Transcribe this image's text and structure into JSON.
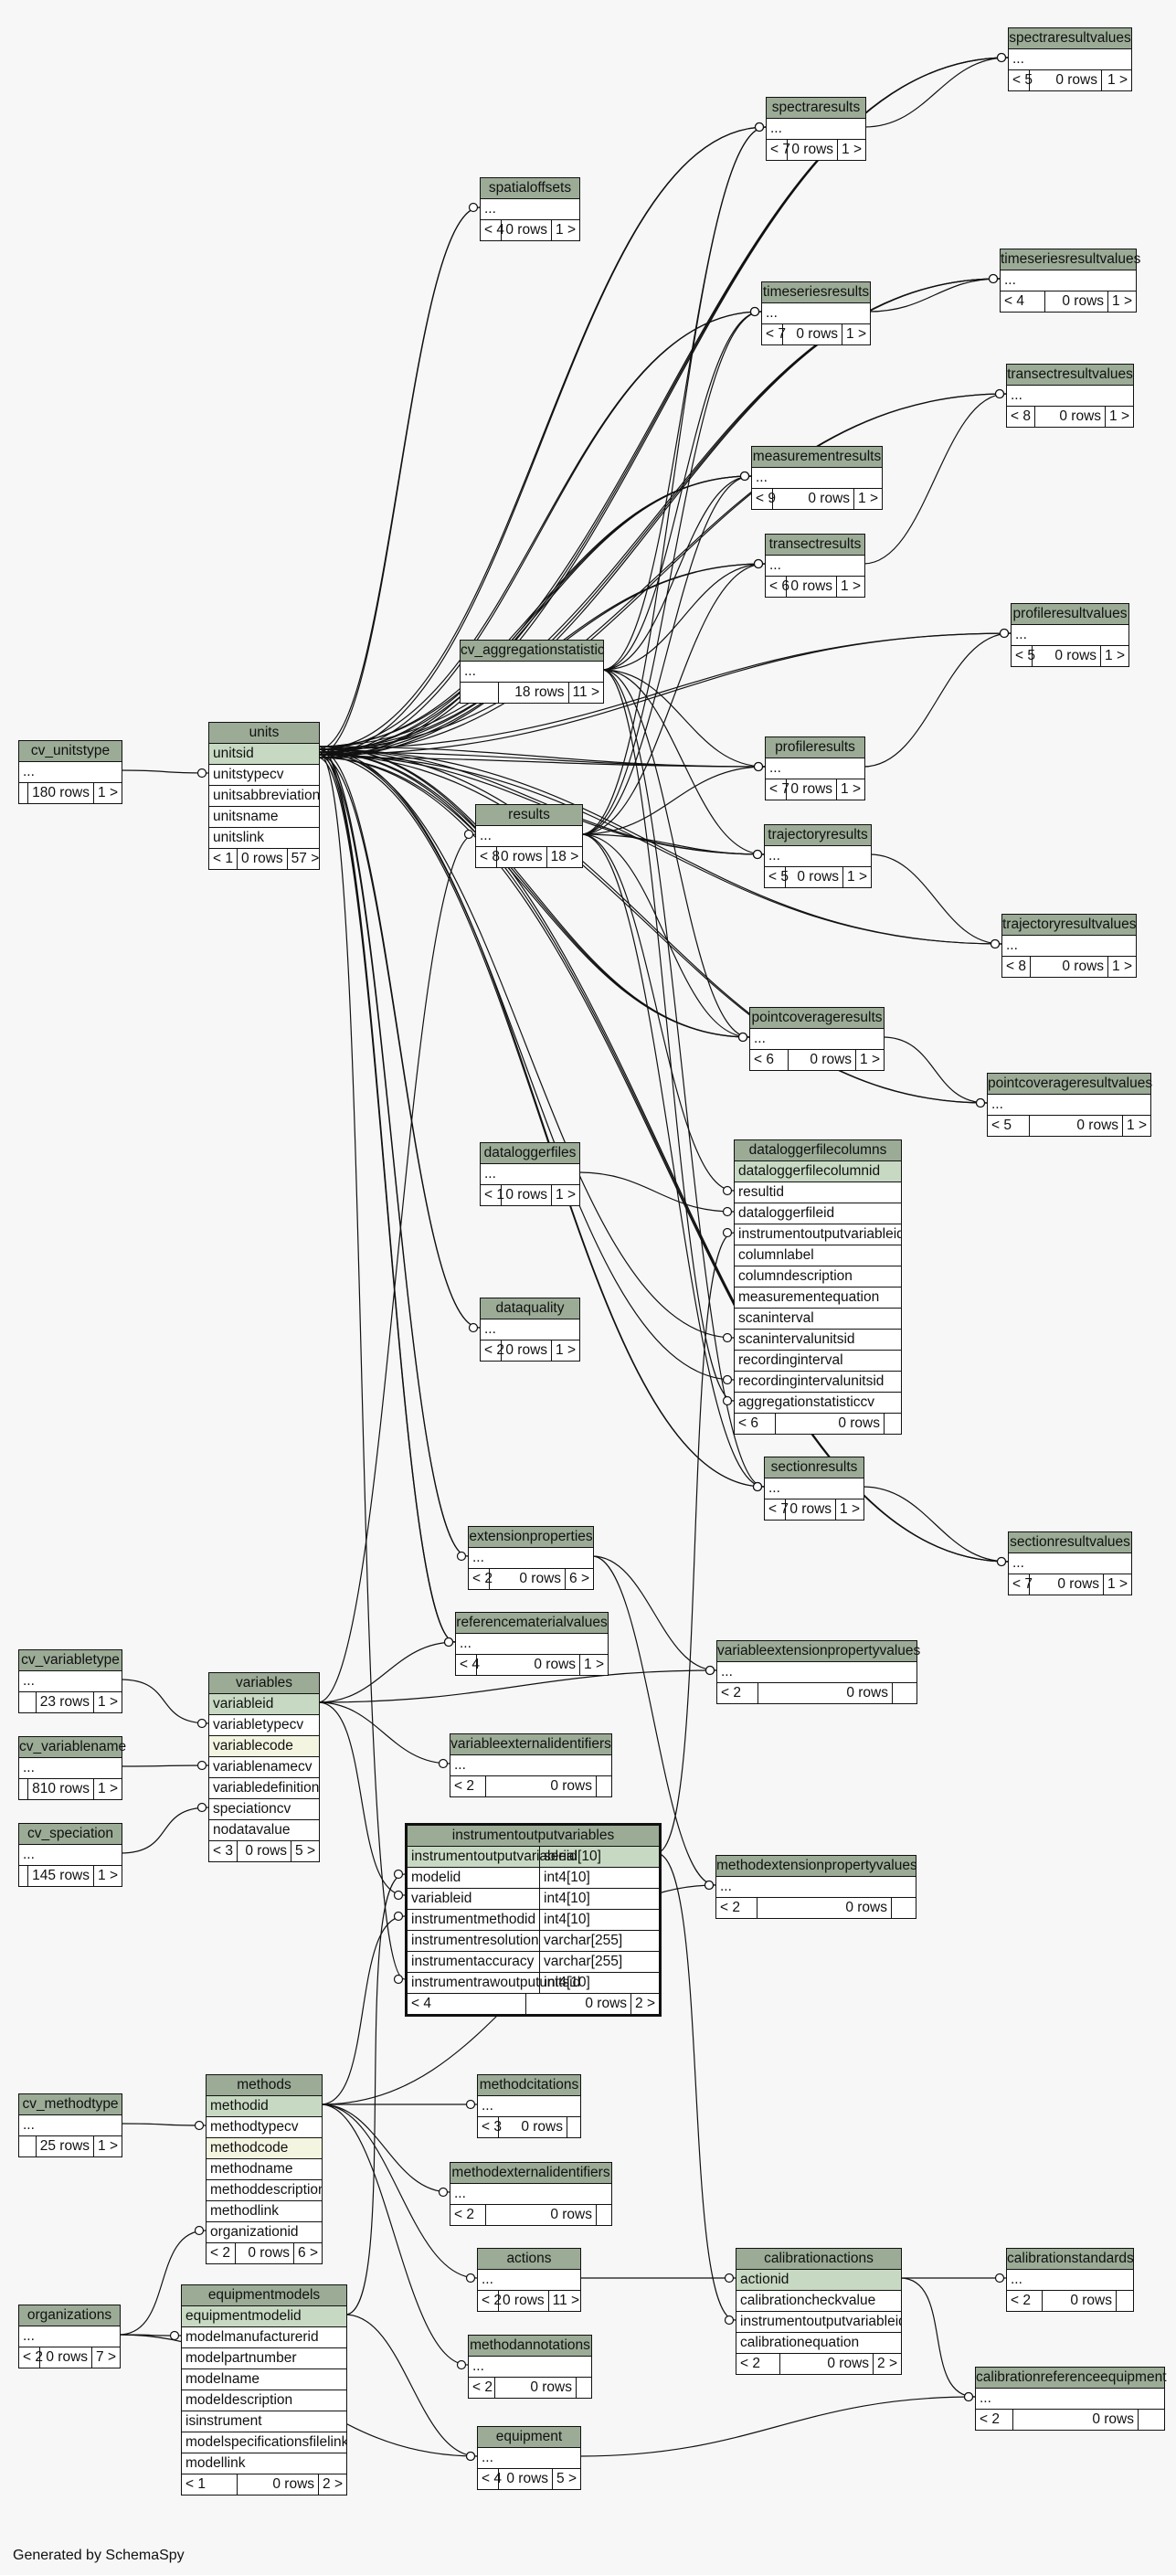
{
  "footer": "Generated by SchemaSpy",
  "colors": {
    "title_bg": "#9bab96",
    "pk_bg": "#c7d9c2",
    "index_bg": "#f4f5e0",
    "background": "#f7f7f7"
  },
  "tables": {
    "spectraresultvalues": {
      "name": "spectraresultvalues",
      "rows": [
        "..."
      ],
      "foot": [
        "< 5",
        "0 rows",
        "1 >"
      ]
    },
    "spectraresults": {
      "name": "spectraresults",
      "rows": [
        "..."
      ],
      "foot": [
        "< 7",
        "0 rows",
        "1 >"
      ]
    },
    "spatialoffsets": {
      "name": "spatialoffsets",
      "rows": [
        "..."
      ],
      "foot": [
        "< 4",
        "0 rows",
        "1 >"
      ]
    },
    "timeseriesresultvalues": {
      "name": "timeseriesresultvalues",
      "rows": [
        "..."
      ],
      "foot": [
        "< 4",
        "0 rows",
        "1 >"
      ]
    },
    "timeseriesresults": {
      "name": "timeseriesresults",
      "rows": [
        "..."
      ],
      "foot": [
        "< 7",
        "0 rows",
        "1 >"
      ]
    },
    "transectresultvalues": {
      "name": "transectresultvalues",
      "rows": [
        "..."
      ],
      "foot": [
        "< 8",
        "0 rows",
        "1 >"
      ]
    },
    "measurementresults": {
      "name": "measurementresults",
      "rows": [
        "..."
      ],
      "foot": [
        "< 9",
        "0 rows",
        "1 >"
      ]
    },
    "transectresults": {
      "name": "transectresults",
      "rows": [
        "..."
      ],
      "foot": [
        "< 6",
        "0 rows",
        "1 >"
      ]
    },
    "profileresultvalues": {
      "name": "profileresultvalues",
      "rows": [
        "..."
      ],
      "foot": [
        "< 5",
        "0 rows",
        "1 >"
      ]
    },
    "cv_aggregationstatistic": {
      "name": "cv_aggregationstatistic",
      "rows": [
        "..."
      ],
      "foot": [
        "",
        "18 rows",
        "11 >"
      ]
    },
    "cv_unitstype": {
      "name": "cv_unitstype",
      "rows": [
        "..."
      ],
      "foot": [
        "",
        "180 rows",
        "1 >"
      ]
    },
    "units": {
      "name": "units",
      "rows": [
        "unitsid",
        "unitstypecv",
        "unitsabbreviation",
        "unitsname",
        "unitslink"
      ],
      "foot": [
        "< 1",
        "0 rows",
        "57 >"
      ]
    },
    "profileresults": {
      "name": "profileresults",
      "rows": [
        "..."
      ],
      "foot": [
        "< 7",
        "0 rows",
        "1 >"
      ]
    },
    "results": {
      "name": "results",
      "rows": [
        "..."
      ],
      "foot": [
        "< 8",
        "0 rows",
        "18 >"
      ]
    },
    "trajectoryresults": {
      "name": "trajectoryresults",
      "rows": [
        "..."
      ],
      "foot": [
        "< 5",
        "0 rows",
        "1 >"
      ]
    },
    "trajectoryresultvalues": {
      "name": "trajectoryresultvalues",
      "rows": [
        "..."
      ],
      "foot": [
        "< 8",
        "0 rows",
        "1 >"
      ]
    },
    "pointcoverageresults": {
      "name": "pointcoverageresults",
      "rows": [
        "..."
      ],
      "foot": [
        "< 6",
        "0 rows",
        "1 >"
      ]
    },
    "pointcoverageresultvalues": {
      "name": "pointcoverageresultvalues",
      "rows": [
        "..."
      ],
      "foot": [
        "< 5",
        "0 rows",
        "1 >"
      ]
    },
    "dataloggerfiles": {
      "name": "dataloggerfiles",
      "rows": [
        "..."
      ],
      "foot": [
        "< 1",
        "0 rows",
        "1 >"
      ]
    },
    "dataloggerfilecolumns": {
      "name": "dataloggerfilecolumns",
      "rows": [
        "dataloggerfilecolumnid",
        "resultid",
        "dataloggerfileid",
        "instrumentoutputvariableid",
        "columnlabel",
        "columndescription",
        "measurementequation",
        "scaninterval",
        "scanintervalunitsid",
        "recordinginterval",
        "recordingintervalunitsid",
        "aggregationstatisticcv"
      ],
      "foot": [
        "< 6",
        "0 rows",
        ""
      ]
    },
    "dataquality": {
      "name": "dataquality",
      "rows": [
        "..."
      ],
      "foot": [
        "< 2",
        "0 rows",
        "1 >"
      ]
    },
    "sectionresults": {
      "name": "sectionresults",
      "rows": [
        "..."
      ],
      "foot": [
        "< 7",
        "0 rows",
        "1 >"
      ]
    },
    "extensionproperties": {
      "name": "extensionproperties",
      "rows": [
        "..."
      ],
      "foot": [
        "< 2",
        "0 rows",
        "6 >"
      ]
    },
    "sectionresultvalues": {
      "name": "sectionresultvalues",
      "rows": [
        "..."
      ],
      "foot": [
        "< 7",
        "0 rows",
        "1 >"
      ]
    },
    "referencematerialvalues": {
      "name": "referencematerialvalues",
      "rows": [
        "..."
      ],
      "foot": [
        "< 4",
        "0 rows",
        "1 >"
      ]
    },
    "cv_variabletype": {
      "name": "cv_variabletype",
      "rows": [
        "..."
      ],
      "foot": [
        "",
        "23 rows",
        "1 >"
      ]
    },
    "variables": {
      "name": "variables",
      "rows": [
        "variableid",
        "variabletypecv",
        "variablecode",
        "variablenamecv",
        "variabledefinition",
        "speciationcv",
        "nodatavalue"
      ],
      "foot": [
        "< 3",
        "0 rows",
        "5 >"
      ]
    },
    "variableextensionpropertyvalues": {
      "name": "variableextensionpropertyvalues",
      "rows": [
        "..."
      ],
      "foot": [
        "< 2",
        "0 rows",
        ""
      ]
    },
    "cv_variablename": {
      "name": "cv_variablename",
      "rows": [
        "..."
      ],
      "foot": [
        "",
        "810 rows",
        "1 >"
      ]
    },
    "variableexternalidentifiers": {
      "name": "variableexternalidentifiers",
      "rows": [
        "..."
      ],
      "foot": [
        "< 2",
        "0 rows",
        ""
      ]
    },
    "cv_speciation": {
      "name": "cv_speciation",
      "rows": [
        "..."
      ],
      "foot": [
        "",
        "145 rows",
        "1 >"
      ]
    },
    "instrumentoutputvariables": {
      "name": "instrumentoutputvariables",
      "rows": [
        [
          "instrumentoutputvariableid",
          "serial[10]"
        ],
        [
          "modelid",
          "int4[10]"
        ],
        [
          "variableid",
          "int4[10]"
        ],
        [
          "instrumentmethodid",
          "int4[10]"
        ],
        [
          "instrumentresolution",
          "varchar[255]"
        ],
        [
          "instrumentaccuracy",
          "varchar[255]"
        ],
        [
          "instrumentrawoutputunitsid",
          "int4[10]"
        ]
      ],
      "foot": [
        "< 4",
        "0 rows",
        "2 >"
      ]
    },
    "methodextensionpropertyvalues": {
      "name": "methodextensionpropertyvalues",
      "rows": [
        "..."
      ],
      "foot": [
        "< 2",
        "0 rows",
        ""
      ]
    },
    "cv_methodtype": {
      "name": "cv_methodtype",
      "rows": [
        "..."
      ],
      "foot": [
        "",
        "25 rows",
        "1 >"
      ]
    },
    "methods": {
      "name": "methods",
      "rows": [
        "methodid",
        "methodtypecv",
        "methodcode",
        "methodname",
        "methoddescription",
        "methodlink",
        "organizationid"
      ],
      "foot": [
        "< 2",
        "0 rows",
        "6 >"
      ]
    },
    "methodcitations": {
      "name": "methodcitations",
      "rows": [
        "..."
      ],
      "foot": [
        "< 3",
        "0 rows",
        ""
      ]
    },
    "methodexternalidentifiers": {
      "name": "methodexternalidentifiers",
      "rows": [
        "..."
      ],
      "foot": [
        "< 2",
        "0 rows",
        ""
      ]
    },
    "actions": {
      "name": "actions",
      "rows": [
        "..."
      ],
      "foot": [
        "< 2",
        "0 rows",
        "11 >"
      ]
    },
    "calibrationactions": {
      "name": "calibrationactions",
      "rows": [
        "actionid",
        "calibrationcheckvalue",
        "instrumentoutputvariableid",
        "calibrationequation"
      ],
      "foot": [
        "< 2",
        "0 rows",
        "2 >"
      ]
    },
    "calibrationstandards": {
      "name": "calibrationstandards",
      "rows": [
        "..."
      ],
      "foot": [
        "< 2",
        "0 rows",
        ""
      ]
    },
    "organizations": {
      "name": "organizations",
      "rows": [
        "..."
      ],
      "foot": [
        "< 2",
        "0 rows",
        "7 >"
      ]
    },
    "equipmentmodels": {
      "name": "equipmentmodels",
      "rows": [
        "equipmentmodelid",
        "modelmanufacturerid",
        "modelpartnumber",
        "modelname",
        "modeldescription",
        "isinstrument",
        "modelspecificationsfilelink",
        "modellink"
      ],
      "foot": [
        "< 1",
        "0 rows",
        "2 >"
      ]
    },
    "methodannotations": {
      "name": "methodannotations",
      "rows": [
        "..."
      ],
      "foot": [
        "< 2",
        "0 rows",
        ""
      ]
    },
    "calibrationreferenceequipment": {
      "name": "calibrationreferenceequipment",
      "rows": [
        "..."
      ],
      "foot": [
        "< 2",
        "0 rows",
        ""
      ]
    },
    "equipment": {
      "name": "equipment",
      "rows": [
        "..."
      ],
      "foot": [
        "< 4",
        "0 rows",
        "5 >"
      ]
    }
  }
}
